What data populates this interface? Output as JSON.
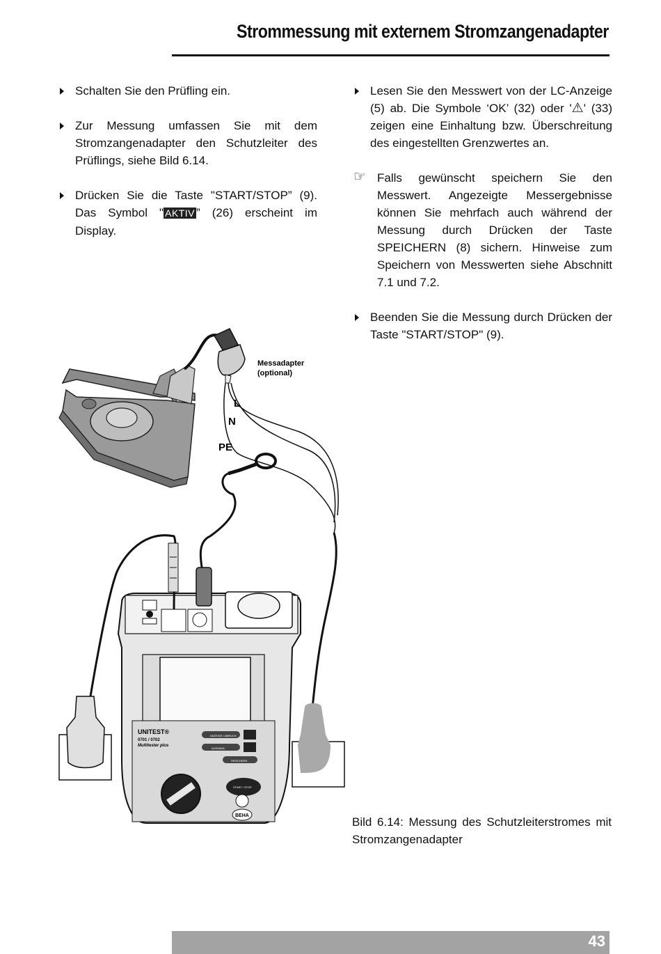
{
  "header": {
    "title": "Strommessung mit externem  Stromzangenadapter"
  },
  "left_column": {
    "item1": "Schalten Sie den Prüfling ein.",
    "item2": "Zur Messung umfassen Sie mit dem Stromzangenadapter den Schutzleiter des Prüflings, siehe Bild 6.14.",
    "item3_before": "Drücken Sie die Taste \"START/STOP” (9). Das Symbol \"",
    "item3_symbol": "AKTIV",
    "item3_after": "” (26) erscheint im Display."
  },
  "right_column": {
    "item1_before": "Lesen Sie den Messwert von der LC-Anzeige (5) ab. Die Symbole ‘OK’ (32) oder '",
    "item1_after": "' (33) zeigen eine Einhaltung bzw. Überschreitung des eingestellten Grenzwertes an.",
    "note": "Falls gewünscht speichern Sie den Messwert. Angezeigte Messergebnisse können Sie mehrfach auch während der Messung durch Drücken der Taste SPEICHERN (8) sichern. Hinweise zum Speichern von Messwerten siehe Abschnitt 7.1 und 7.2.",
    "item2": "Beenden Sie die Messung durch Drücken der Taste \"START/STOP\" (9)."
  },
  "figure": {
    "adapter_label_line1": "Messadapter",
    "adapter_label_line2": "(optional)",
    "wire_L": "L",
    "wire_N": "N",
    "wire_PE": "PE",
    "device_brand": "UNITEST®",
    "device_model": "0701 / 0702",
    "device_name": "Multitester plus",
    "btn_anzeige": "ANZEIGE / ABRUCH",
    "btn_auswahl": "AUSWAHL",
    "btn_speichern": "SPEICHERN",
    "btn_startstop": "START / STOP",
    "logo": "BEHA"
  },
  "caption": "Bild 6.14: Messung des Schutzleiterstromes mit Stromzangenadapter",
  "footer": {
    "page_number": "43"
  }
}
